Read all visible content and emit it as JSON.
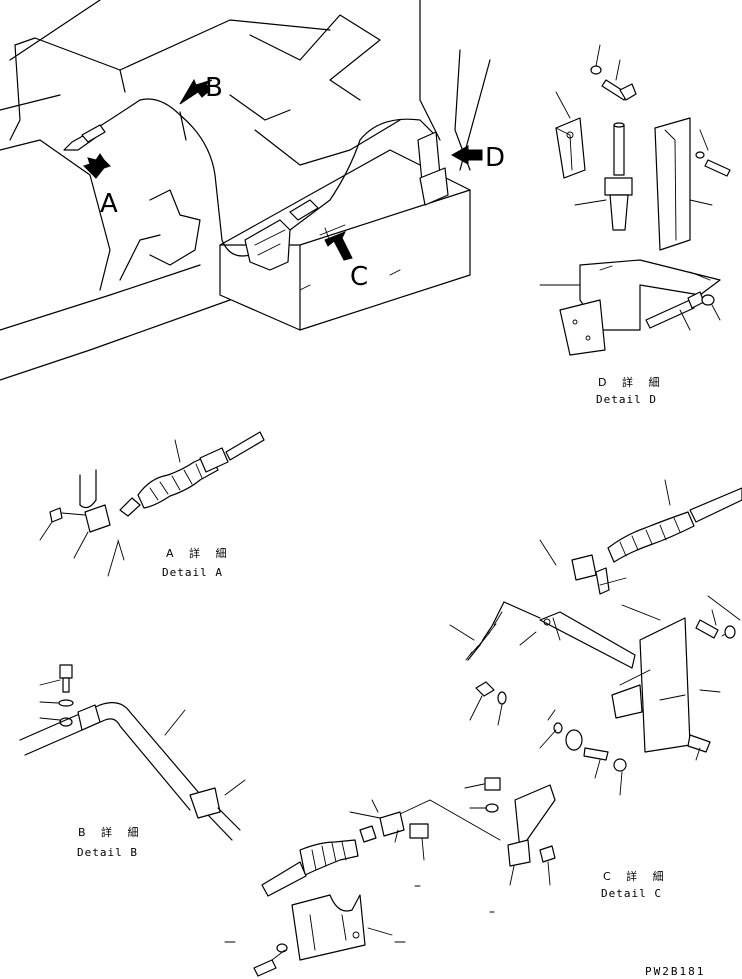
{
  "view_labels": {
    "a": "A",
    "b": "B",
    "c": "C",
    "d": "D"
  },
  "details": {
    "a": {
      "jp": "A 詳 細",
      "en": "Detail A"
    },
    "b": {
      "jp": "B 詳 細",
      "en": "Detail B"
    },
    "c": {
      "jp": "C 詳 細",
      "en": "Detail C"
    },
    "d": {
      "jp": "D 詳 細",
      "en": "Detail D"
    }
  },
  "drawing_code": "PW2B181"
}
